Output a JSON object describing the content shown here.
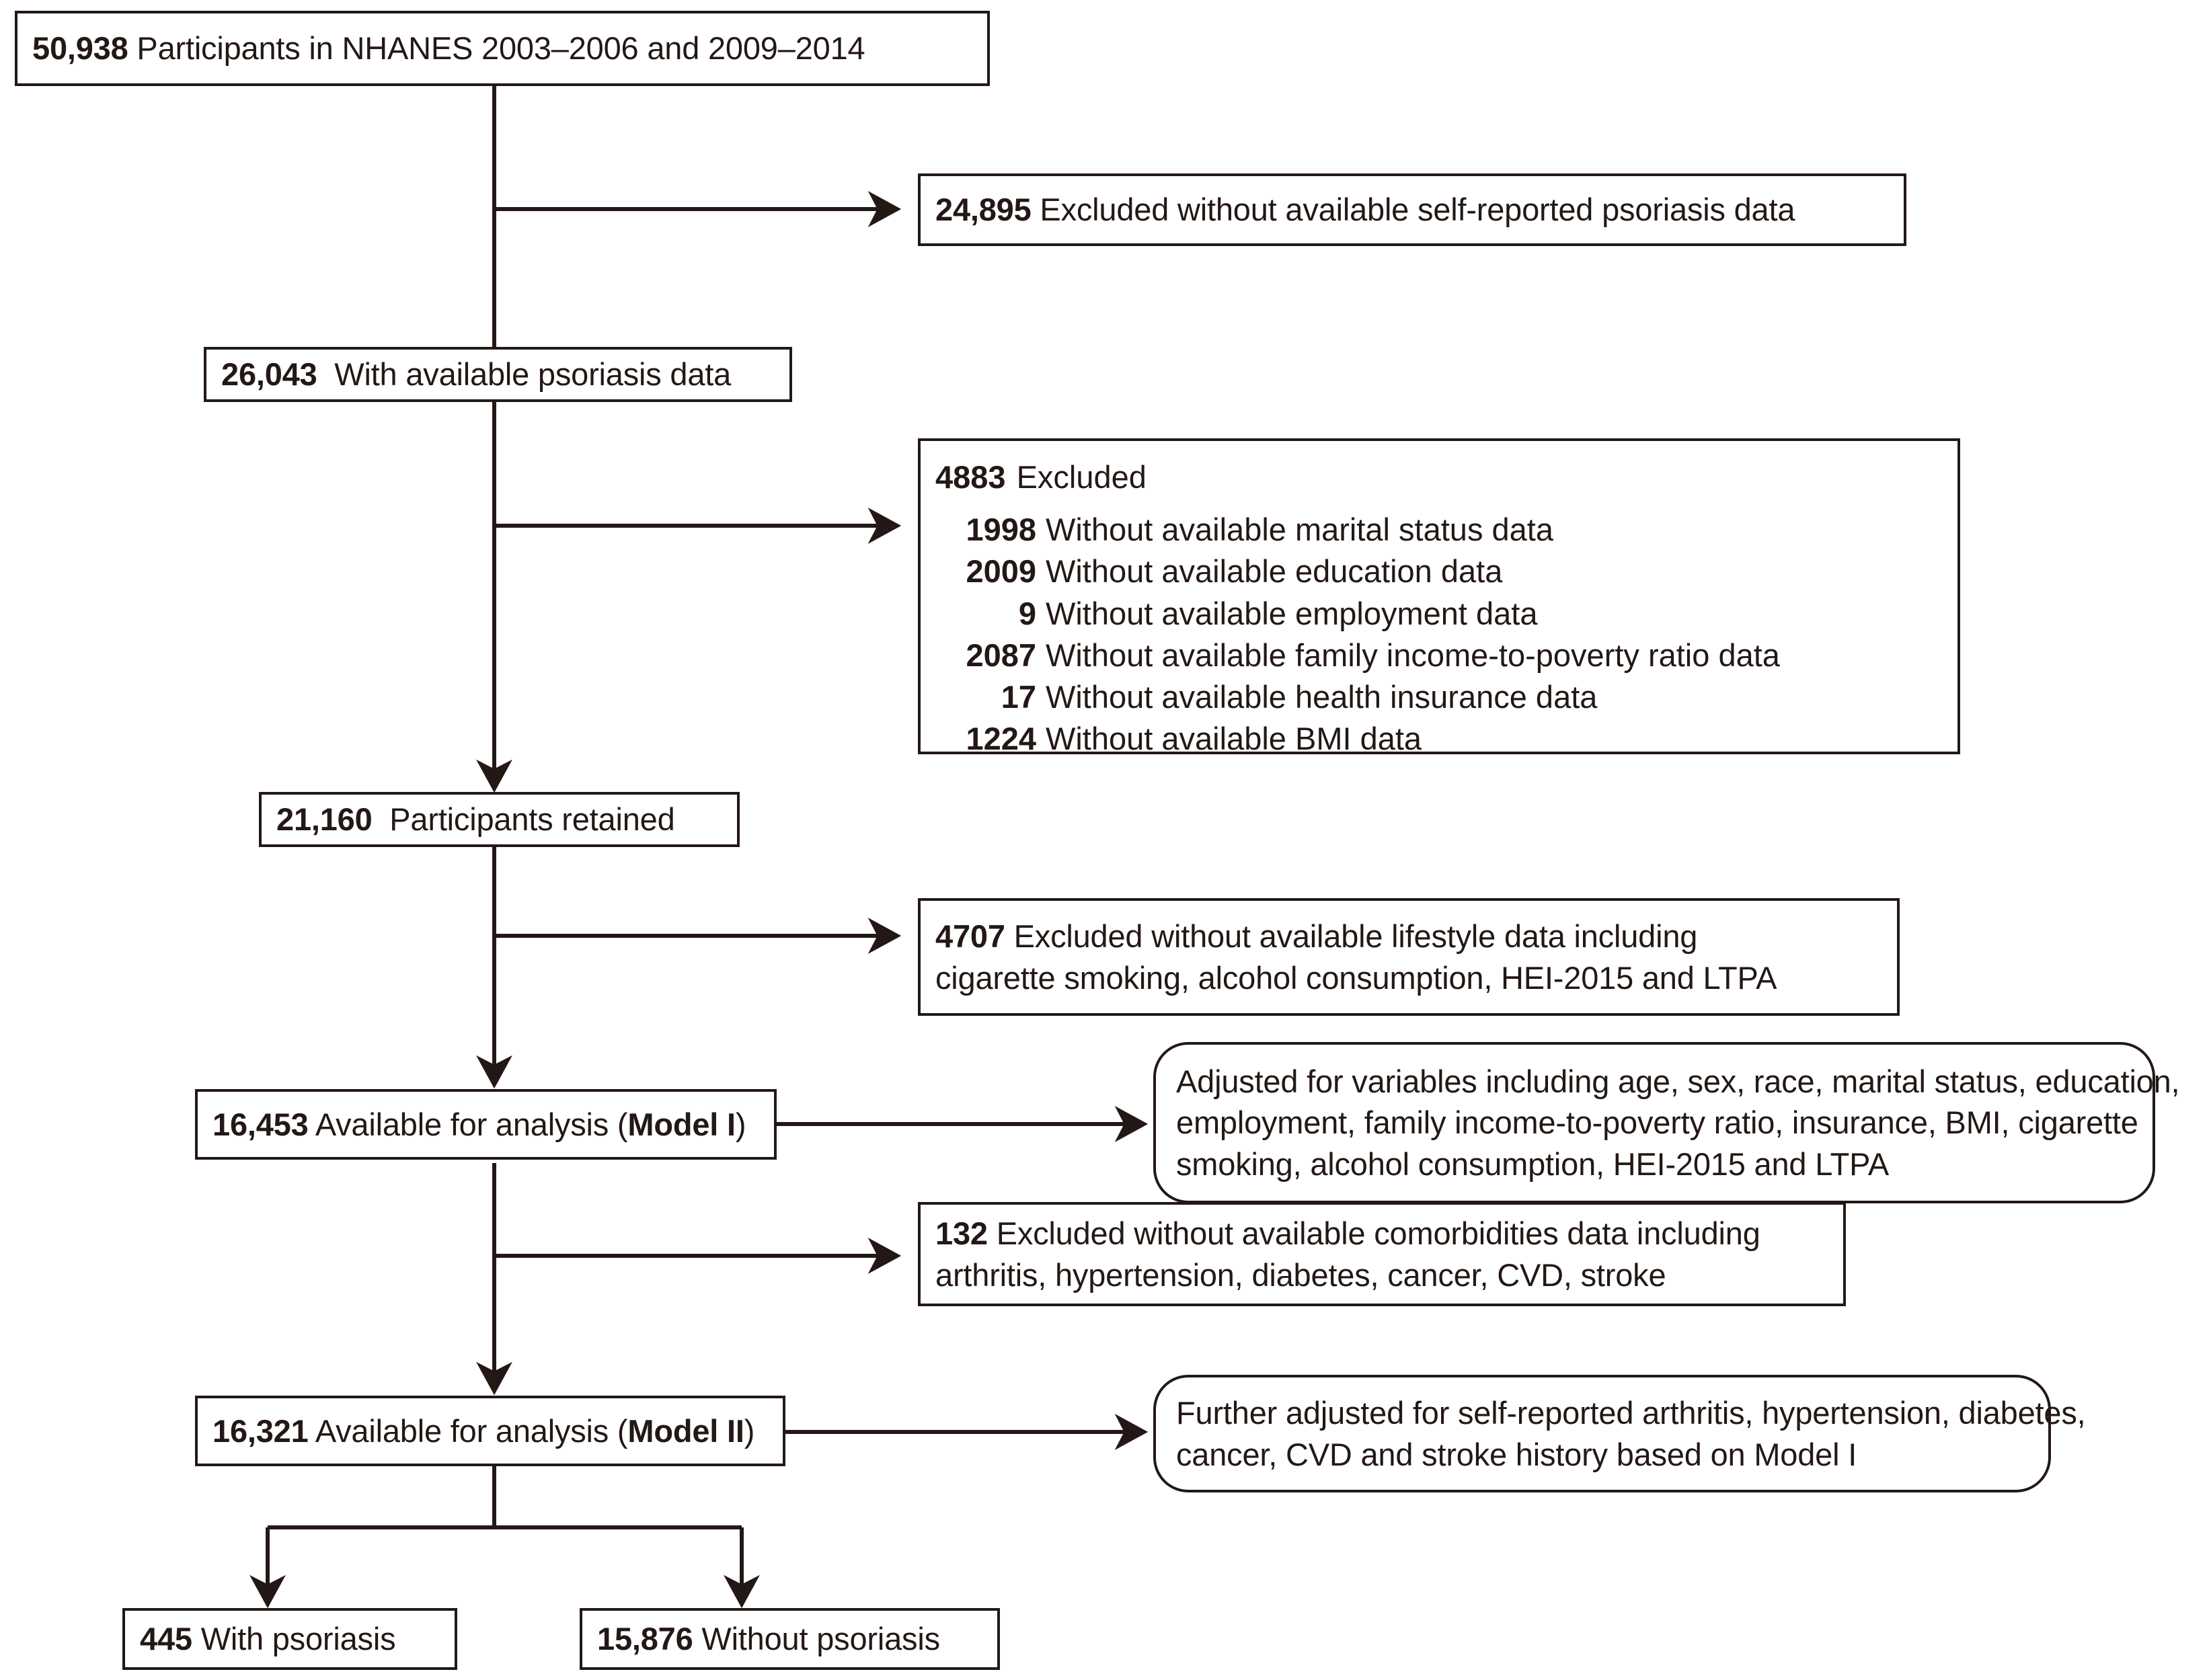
{
  "diagram": {
    "title": "NHANES psoriasis study participant flow",
    "line_color": "#231815",
    "box_fill": "#ffffff"
  },
  "nodes": {
    "total": {
      "number": "50,938",
      "text": "Participants in NHANES 2003–2006 and 2009–2014"
    },
    "excluded_psoriasis": {
      "number": "24,895",
      "text": "Excluded without available self-reported psoriasis data"
    },
    "with_psoriasis_data": {
      "number": "26,043",
      "text": "With available psoriasis data"
    },
    "excluded_covariates": {
      "number": "4883",
      "text": "Excluded",
      "items": [
        {
          "number": "1998",
          "text": "Without available marital status data"
        },
        {
          "number": "2009",
          "text": "Without available education data"
        },
        {
          "number": "9",
          "text": "Without available employment data"
        },
        {
          "number": "2087",
          "text": "Without available family income-to-poverty ratio data"
        },
        {
          "number": "17",
          "text": "Without available health insurance data"
        },
        {
          "number": "1224",
          "text": "Without available BMI data"
        }
      ]
    },
    "retained": {
      "number": "21,160",
      "text": "Participants retained"
    },
    "excluded_lifestyle": {
      "number": "4707",
      "line1": "Excluded without available lifestyle data including",
      "line2": "cigarette smoking, alcohol consumption, HEI-2015 and LTPA"
    },
    "model1": {
      "number": "16,453",
      "text": "Available for analysis (",
      "model_label": "Model I",
      "text_end": ")"
    },
    "model1_adjust": {
      "line1": "Adjusted for variables including age, sex, race, marital status, education,",
      "line2": "employment, family income-to-poverty ratio, insurance, BMI, cigarette",
      "line3": "smoking, alcohol consumption, HEI-2015 and LTPA"
    },
    "excluded_comorbidities": {
      "number": "132",
      "line1": "Excluded without available comorbidities data including",
      "line2": "arthritis, hypertension, diabetes, cancer, CVD, stroke"
    },
    "model2": {
      "number": "16,321",
      "text": "Available for analysis (",
      "model_label": "Model II",
      "text_end": ")"
    },
    "model2_adjust": {
      "line1": "Further adjusted for self-reported arthritis, hypertension, diabetes,",
      "line2": "cancer, CVD and stroke history based on Model I"
    },
    "with_psoriasis": {
      "number": "445",
      "text": "With psoriasis"
    },
    "without_psoriasis": {
      "number": "15,876",
      "text": "Without psoriasis"
    }
  }
}
